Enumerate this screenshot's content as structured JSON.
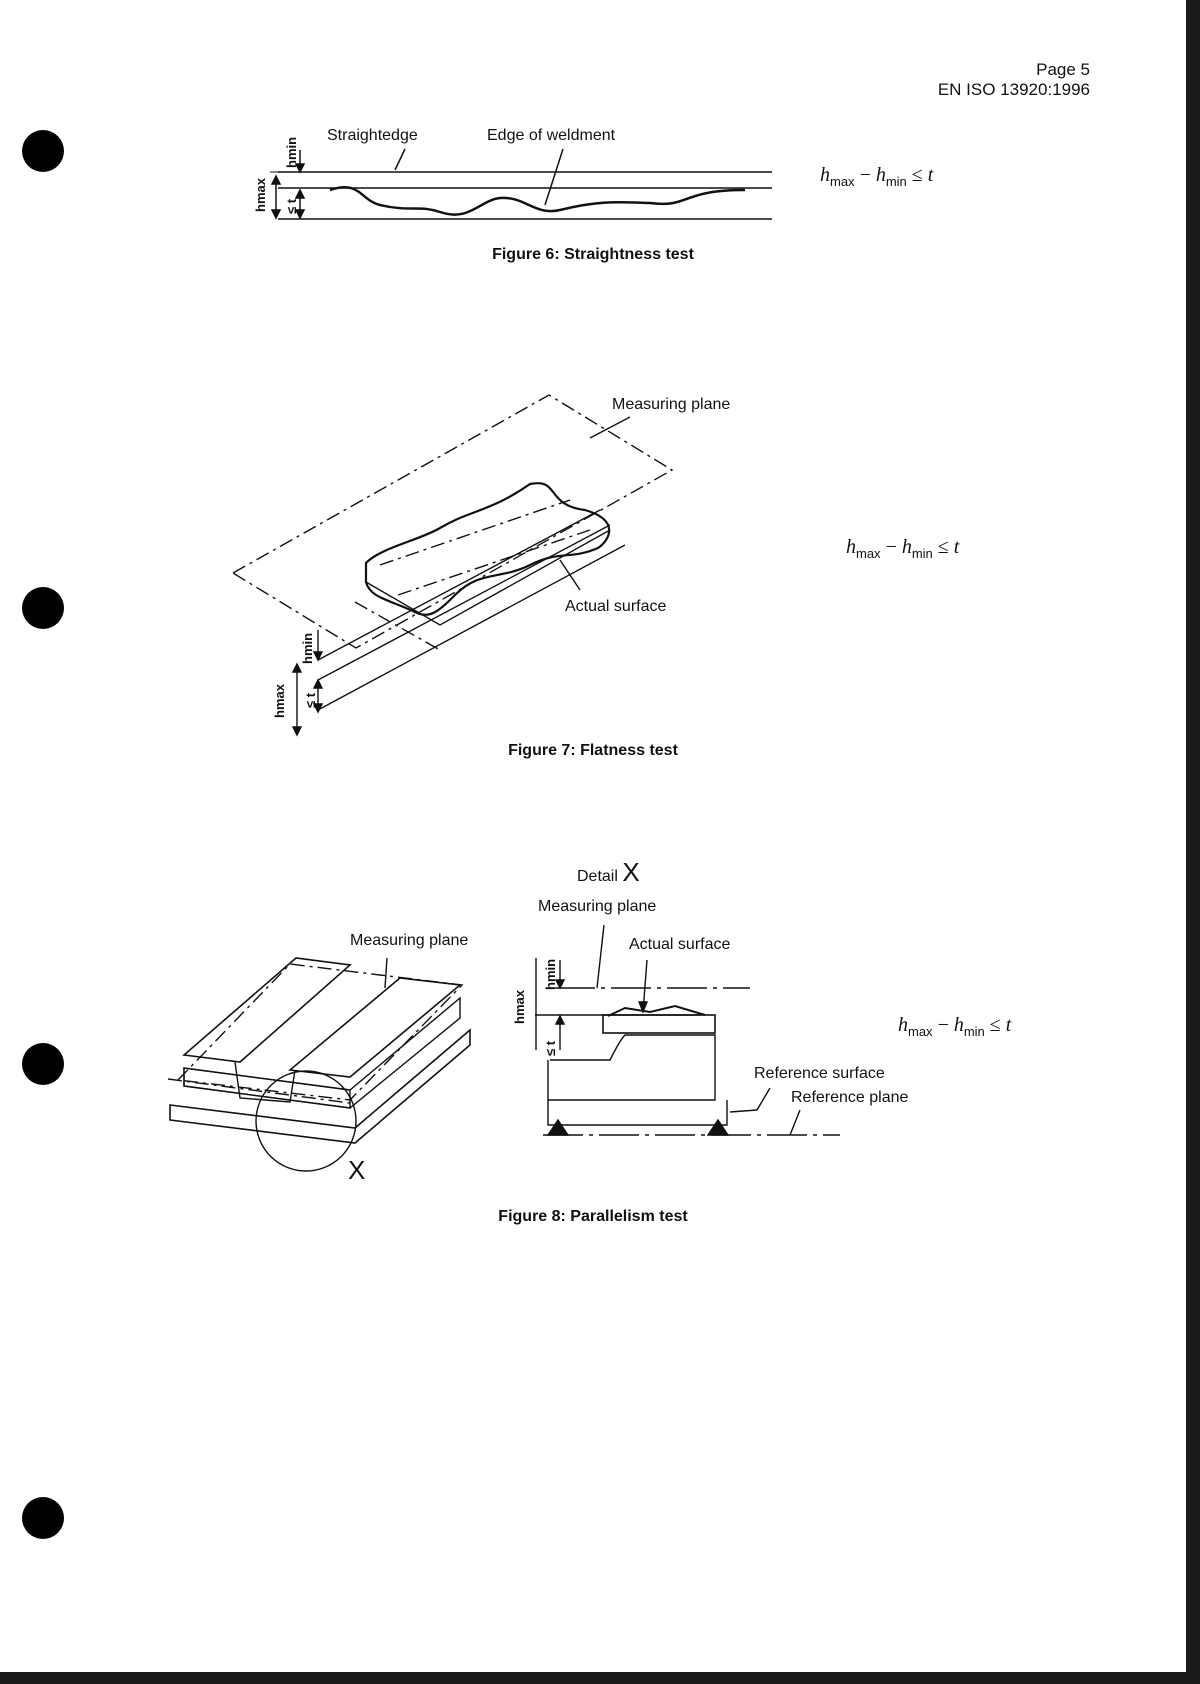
{
  "header": {
    "page": "Page 5",
    "standard": "EN ISO 13920:1996"
  },
  "figure6": {
    "caption": "Figure 6: Straightness test",
    "labels": {
      "straightedge": "Straightedge",
      "edge_of_weldment": "Edge of weldment"
    },
    "dims": {
      "hmax": "hmax",
      "hmin": "hmin",
      "t": "≤ t"
    }
  },
  "figure7": {
    "caption": "Figure 7: Flatness test",
    "labels": {
      "measuring_plane": "Measuring plane",
      "actual_surface": "Actual surface"
    },
    "dims": {
      "hmax": "hmax",
      "hmin": "hmin",
      "t": "≤ t"
    }
  },
  "figure8": {
    "caption": "Figure 8: Parallelism test",
    "labels": {
      "detail": "Detail",
      "detail_letter": "X",
      "measuring_plane_left": "Measuring plane",
      "measuring_plane_detail": "Measuring plane",
      "actual_surface": "Actual surface",
      "reference_surface": "Reference surface",
      "reference_plane": "Reference plane",
      "marker_x": "X"
    },
    "dims": {
      "hmax": "hmax",
      "hmin": "hmin",
      "t": "≤ t"
    }
  },
  "formula": {
    "h": "h",
    "max": "max",
    "min": "min",
    "rel": "≤",
    "t": "t",
    "minus": "−"
  }
}
